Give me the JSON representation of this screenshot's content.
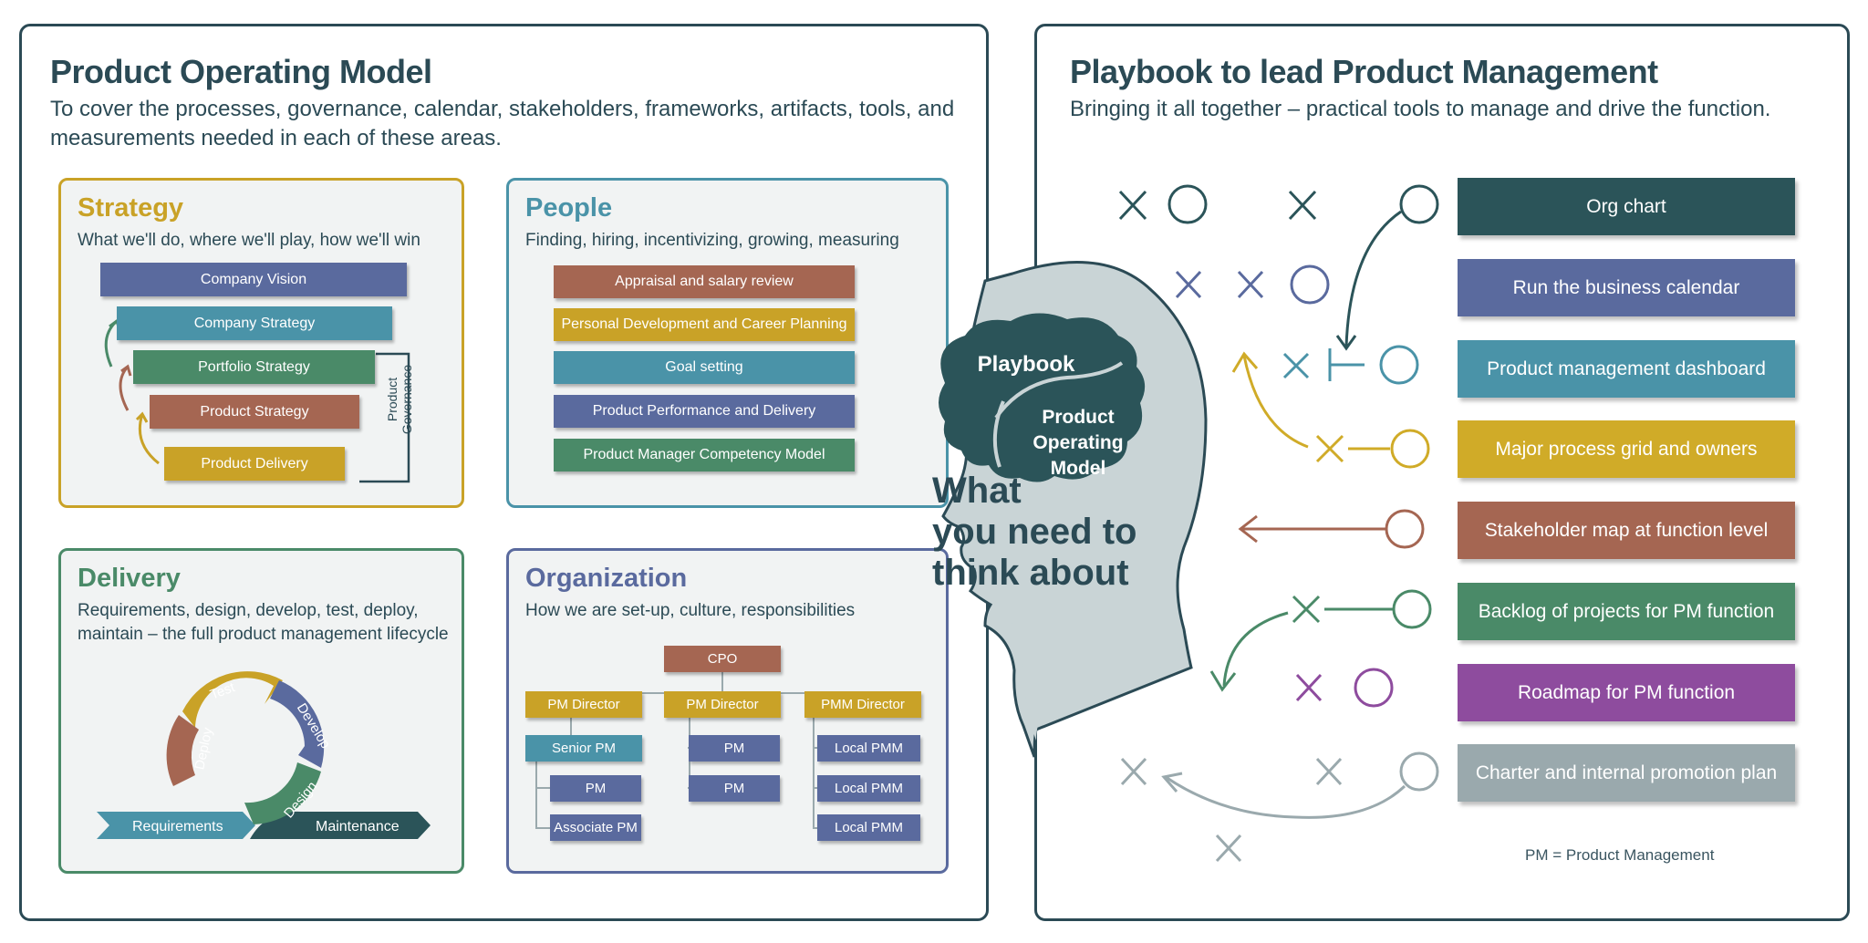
{
  "left": {
    "title": "Product Operating Model",
    "subtitle_line1": "To cover the processes, governance, calendar, stakeholders, frameworks, artifacts, tools, and",
    "subtitle_line2": "measurements needed in each of these areas.",
    "strategy": {
      "title": "Strategy",
      "desc": "What we'll do, where we'll play, how we'll win",
      "steps": [
        "Company Vision",
        "Company Strategy",
        "Portfolio Strategy",
        "Product Strategy",
        "Product Delivery"
      ],
      "governance_line1": "Product",
      "governance_line2": "Governance"
    },
    "people": {
      "title": "People",
      "desc": "Finding, hiring, incentivizing, growing, measuring",
      "items": [
        "Appraisal and salary review",
        "Personal Development and Career Planning",
        "Goal setting",
        "Product Performance and Delivery",
        "Product Manager Competency Model"
      ]
    },
    "delivery": {
      "title": "Delivery",
      "desc_line1": "Requirements, design, develop, test, deploy,",
      "desc_line2": "maintain – the full product management lifecycle",
      "cycle": [
        "Test",
        "Develop",
        "Design",
        "Deploy"
      ],
      "requirements": "Requirements",
      "maintenance": "Maintenance"
    },
    "organization": {
      "title": "Organization",
      "desc": "How we are set-up, culture, responsibilities",
      "cpo": "CPO",
      "pm_director_1": "PM Director",
      "pm_director_2": "PM Director",
      "pmm_director": "PMM Director",
      "senior_pm": "Senior PM",
      "pm_a": "PM",
      "associate_pm": "Associate PM",
      "pm_b": "PM",
      "pm_c": "PM",
      "local_pmm_1": "Local PMM",
      "local_pmm_2": "Local PMM",
      "local_pmm_3": "Local PMM"
    }
  },
  "head": {
    "playbook": "Playbook",
    "pom_line1": "Product",
    "pom_line2": "Operating",
    "pom_line3": "Model",
    "what_line1": "What",
    "what_line2": "you need to",
    "what_line3": "think about"
  },
  "right": {
    "title": "Playbook to lead Product Management",
    "subtitle": "Bringing it all together – practical tools to manage and drive the function.",
    "items": [
      {
        "label": "Org chart",
        "color": "#2b5459"
      },
      {
        "label": "Run the business calendar",
        "color": "#5a6a9e"
      },
      {
        "label": "Product management dashboard",
        "color": "#4a93a8"
      },
      {
        "label": "Major process grid and owners",
        "color": "#d0ab28"
      },
      {
        "label": "Stakeholder map at function level",
        "color": "#a56652"
      },
      {
        "label": "Backlog of projects for PM function",
        "color": "#4a8a68"
      },
      {
        "label": "Roadmap for PM function",
        "color": "#8e4c9e"
      },
      {
        "label": "Charter and internal promotion plan",
        "color": "#9aa9ad"
      }
    ],
    "footnote": "PM = Product Management"
  },
  "colors": {
    "navy": "#2b4a55",
    "strategy_gold": "#c9a227",
    "people_teal": "#4a93a8",
    "delivery_green": "#4a8a68",
    "organization_blue": "#5a6a9e",
    "brown": "#a56652"
  }
}
